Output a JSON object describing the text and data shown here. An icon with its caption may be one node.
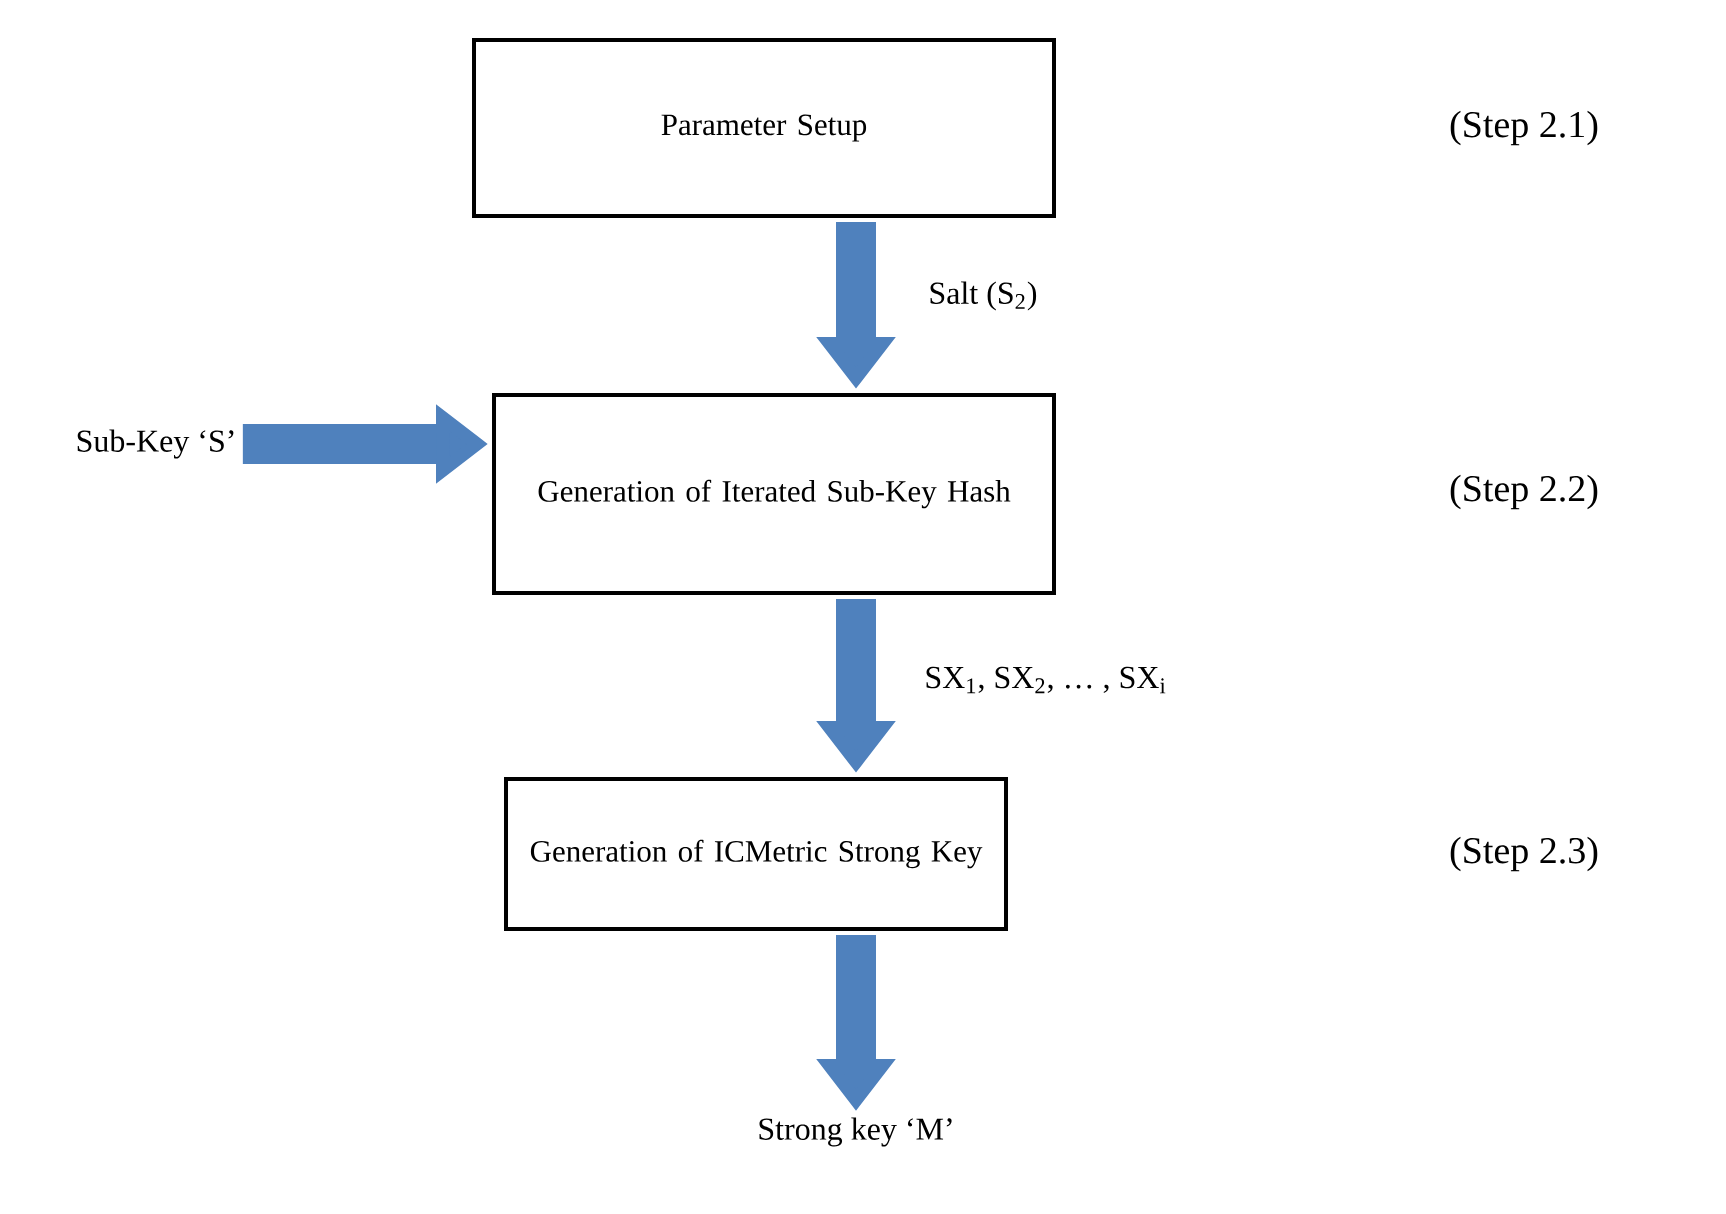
{
  "diagram": {
    "nodes": [
      {
        "text": [
          "Parameter Setup"
        ]
      },
      {
        "text": [
          "Generation of Iterated Sub-Key Hash"
        ]
      },
      {
        "text": [
          "Generation of ICMetric Strong Key"
        ]
      },
      {
        "text": [
          "Sub-Key ‘S’"
        ]
      },
      {
        "text": [
          "Strong key ‘M’"
        ]
      }
    ],
    "edges": [
      {
        "from": 0,
        "to": 1,
        "arrow": "to",
        "label": "Salt (S$_{2}$)"
      },
      {
        "from": 3,
        "to": 1,
        "arrow": "to"
      },
      {
        "from": 1,
        "to": 2,
        "arrow": "to",
        "label": "SX$_{1}$, SX$_{2}$, … , SX$_{i}$"
      },
      {
        "from": 2,
        "to": 4,
        "arrow": "to"
      }
    ],
    "labels": [
      "(Step 2.1)",
      "(Step 2.2)",
      "(Step 2.3)"
    ]
  }
}
